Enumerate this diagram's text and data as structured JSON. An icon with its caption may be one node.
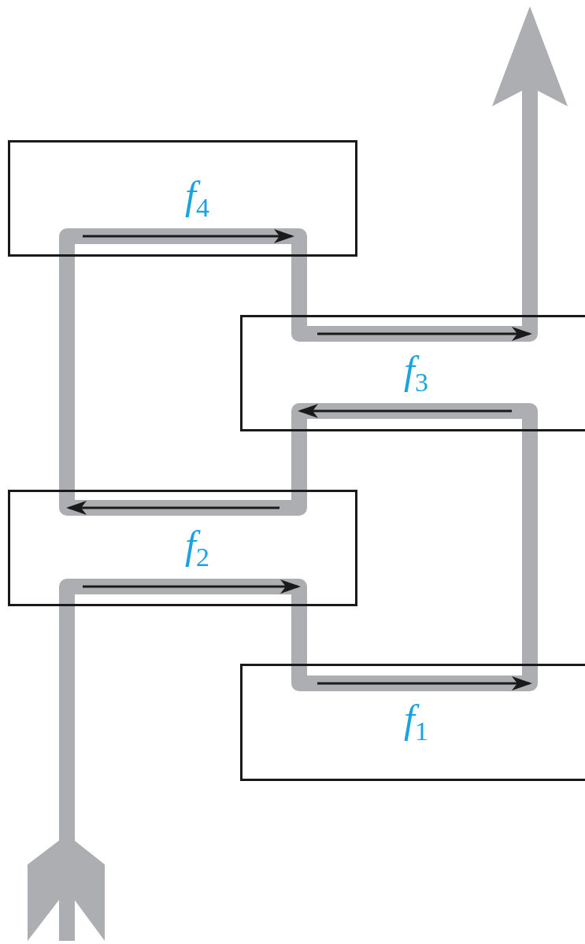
{
  "diagram": {
    "nodes": [
      {
        "text": [
          "*f*$_{4}$"
        ]
      },
      {
        "text": [
          "*f*$_{3}$"
        ]
      },
      {
        "text": [
          "*f*$_{2}$"
        ]
      },
      {
        "text": [
          "*f*$_{1}$"
        ]
      }
    ],
    "edges": [
      {
        "from": null,
        "to": 2,
        "arrow": "other"
      },
      {
        "from": 2,
        "to": 3,
        "arrow": "none"
      },
      {
        "from": 3,
        "to": 1,
        "arrow": "none"
      },
      {
        "from": 1,
        "to": 2,
        "arrow": "none"
      },
      {
        "from": 2,
        "to": 0,
        "arrow": "none"
      },
      {
        "from": 0,
        "to": 1,
        "arrow": "none"
      },
      {
        "from": 1,
        "to": null,
        "arrow": "to"
      }
    ]
  }
}
